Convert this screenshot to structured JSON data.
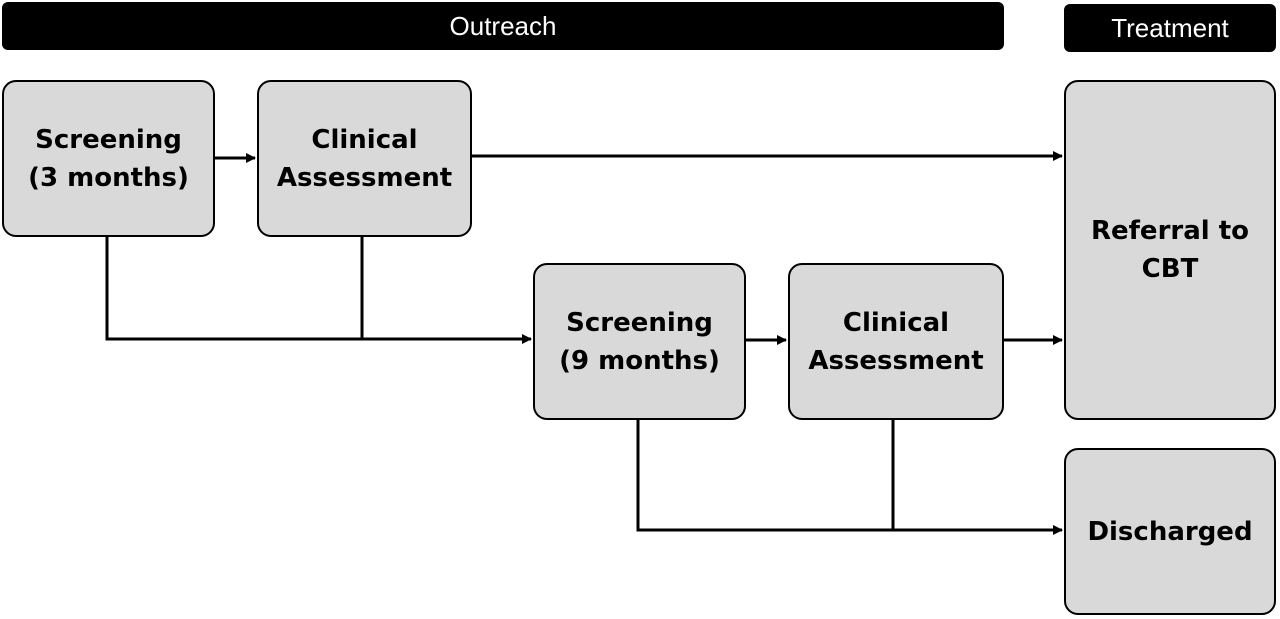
{
  "headers": {
    "outreach": "Outreach",
    "treatment": "Treatment"
  },
  "nodes": {
    "screening_3": {
      "line1": "Screening",
      "line2": "(3 months)"
    },
    "clinical_1": {
      "line1": "Clinical",
      "line2": "Assessment"
    },
    "screening_9": {
      "line1": "Screening",
      "line2": "(9 months)"
    },
    "clinical_2": {
      "line1": "Clinical",
      "line2": "Assessment"
    },
    "referral": {
      "line1": "Referral to",
      "line2": "CBT"
    },
    "discharged": {
      "line1": "Discharged"
    }
  },
  "edges": [
    {
      "from": "screening_3",
      "to": "clinical_1"
    },
    {
      "from": "clinical_1",
      "to": "referral"
    },
    {
      "from": "screening_3",
      "to": "screening_9"
    },
    {
      "from": "clinical_1",
      "to": "screening_9"
    },
    {
      "from": "screening_9",
      "to": "clinical_2"
    },
    {
      "from": "clinical_2",
      "to": "referral"
    },
    {
      "from": "screening_9",
      "to": "discharged"
    },
    {
      "from": "clinical_2",
      "to": "discharged"
    }
  ],
  "colors": {
    "box_fill": "#d9d9d9",
    "header_fill": "#000000",
    "header_text": "#ffffff",
    "line": "#000000"
  }
}
